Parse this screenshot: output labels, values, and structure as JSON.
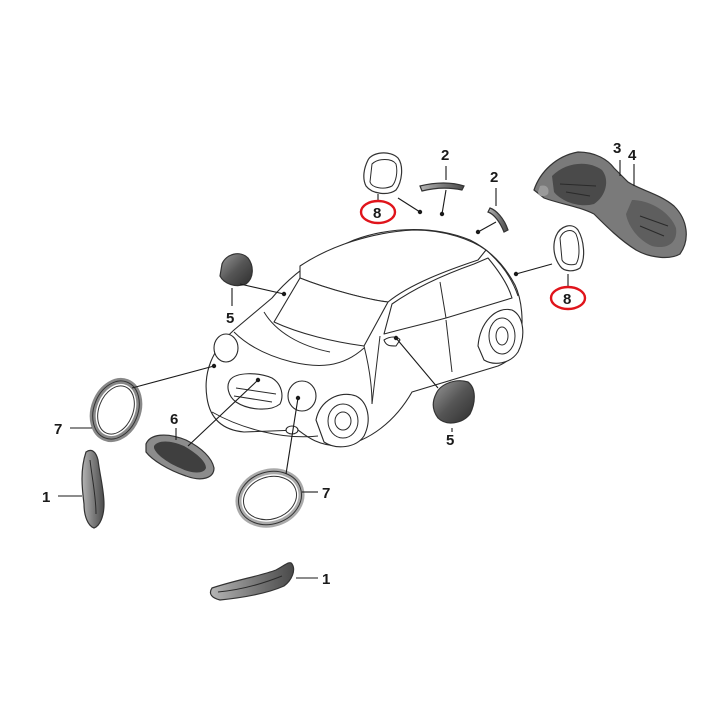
{
  "callouts": [
    {
      "id": "c1a",
      "label": "1"
    },
    {
      "id": "c1b",
      "label": "1"
    },
    {
      "id": "c2a",
      "label": "2"
    },
    {
      "id": "c2b",
      "label": "2"
    },
    {
      "id": "c3",
      "label": "3"
    },
    {
      "id": "c4",
      "label": "4"
    },
    {
      "id": "c5a",
      "label": "5"
    },
    {
      "id": "c5b",
      "label": "5"
    },
    {
      "id": "c6",
      "label": "6"
    },
    {
      "id": "c7a",
      "label": "7"
    },
    {
      "id": "c7b",
      "label": "7"
    },
    {
      "id": "c8a",
      "label": "8",
      "highlighted": true
    },
    {
      "id": "c8b",
      "label": "8",
      "highlighted": true
    }
  ],
  "colors": {
    "line": "#1a1a1a",
    "highlight": "#e0141b",
    "part_fill": "#6f6f6f",
    "part_dark": "#3d3d3d"
  }
}
